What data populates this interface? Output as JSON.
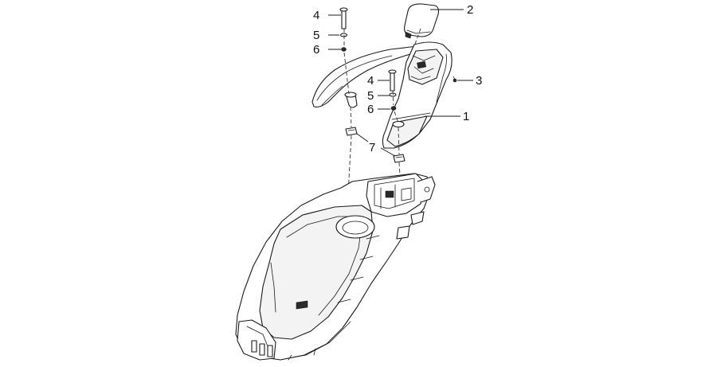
{
  "callouts": {
    "c1": "1",
    "c2": "2",
    "c3": "3",
    "c4a": "4",
    "c5a": "5",
    "c6a": "6",
    "c4b": "4",
    "c5b": "5",
    "c6b": "6",
    "c7": "7"
  },
  "colors": {
    "line": "#1a1a1a",
    "background": "#ffffff"
  }
}
